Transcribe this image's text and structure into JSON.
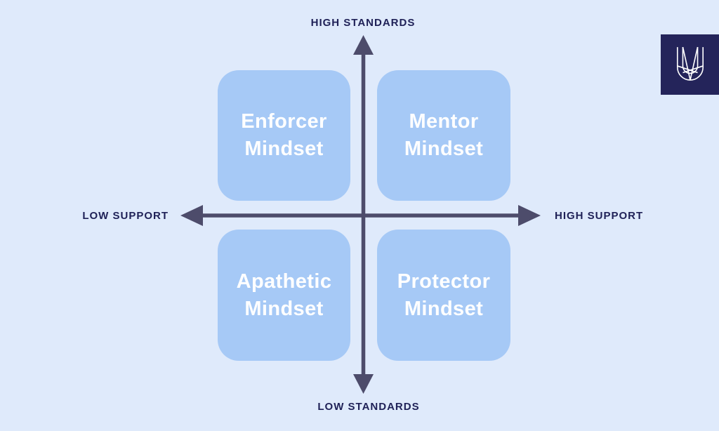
{
  "diagram": {
    "type": "quadrant-matrix",
    "axes": {
      "top_label": "HIGH STANDARDS",
      "bottom_label": "LOW STANDARDS",
      "left_label": "LOW SUPPORT",
      "right_label": "HIGH SUPPORT"
    },
    "quadrants": [
      {
        "position": "top-left",
        "label": "Enforcer Mindset"
      },
      {
        "position": "top-right",
        "label": "Mentor Mindset"
      },
      {
        "position": "bottom-left",
        "label": "Apathetic Mindset"
      },
      {
        "position": "bottom-right",
        "label": "Protector Mindset"
      }
    ]
  },
  "logo": {
    "icon": "u-logo-icon"
  },
  "colors": {
    "background": "#dfeafb",
    "quadrant_box": "#a6c9f6",
    "axis": "#4d4c6b",
    "axis_label_text": "#1f2157",
    "quadrant_text": "#ffffff",
    "logo_background": "#24245a",
    "logo_glyph": "#ffffff"
  }
}
